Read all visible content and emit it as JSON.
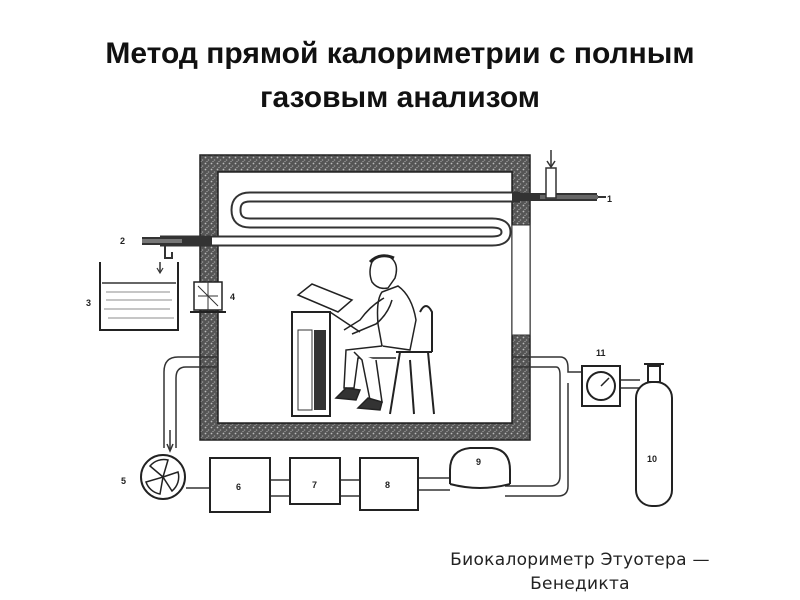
{
  "title": {
    "line1": "Метод прямой калориметрии с полным",
    "line2": "газовым анализом"
  },
  "caption": {
    "line1": "Биокалориметр Этуотера —",
    "line2": "Бенедикта"
  },
  "labels": {
    "n1": "1",
    "n2": "2",
    "n3": "3",
    "n4": "4",
    "n5": "5",
    "n6": "6",
    "n7": "7",
    "n8": "8",
    "n9": "9",
    "n10": "10",
    "n11": "11"
  }
}
